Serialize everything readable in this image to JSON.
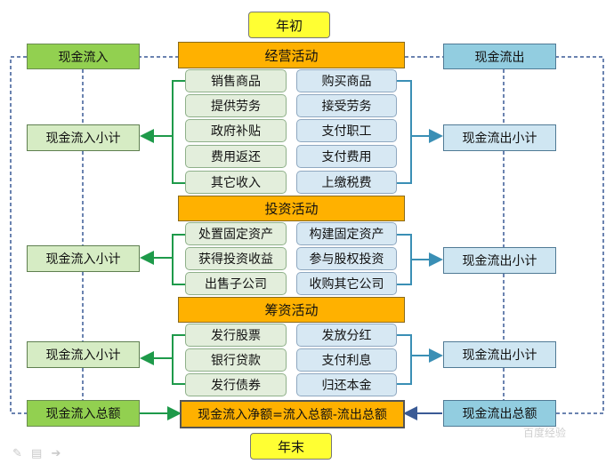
{
  "top_label": "年初",
  "bottom_label": "年末",
  "inflow_title": "现金流入",
  "outflow_title": "现金流出",
  "inflow_subtotal": "现金流入小计",
  "outflow_subtotal": "现金流出小计",
  "inflow_total": "现金流入总额",
  "outflow_total": "现金流出总额",
  "formula": "现金流入净额=流入总额-流出总额",
  "operating": {
    "title": "经营活动",
    "inflows": [
      "销售商品",
      "提供劳务",
      "政府补贴",
      "费用返还",
      "其它收入"
    ],
    "outflows": [
      "购买商品",
      "接受劳务",
      "支付职工",
      "支付费用",
      "上缴税费"
    ]
  },
  "investing": {
    "title": "投资活动",
    "inflows": [
      "处置固定资产",
      "获得投资收益",
      "出售子公司"
    ],
    "outflows": [
      "构建固定资产",
      "参与股权投资",
      "收购其它公司"
    ]
  },
  "financing": {
    "title": "筹资活动",
    "inflows": [
      "发行股票",
      "银行贷款",
      "发行债券"
    ],
    "outflows": [
      "发放分红",
      "支付利息",
      "归还本金"
    ]
  },
  "watermark": "百度经验",
  "colors": {
    "dashed_line": "#3a5a95",
    "inflow_arrow": "#1e9a4a",
    "outflow_arrow": "#3a8fb5",
    "header_fill": "#ffb100",
    "yellow_fill": "#ffff33"
  }
}
